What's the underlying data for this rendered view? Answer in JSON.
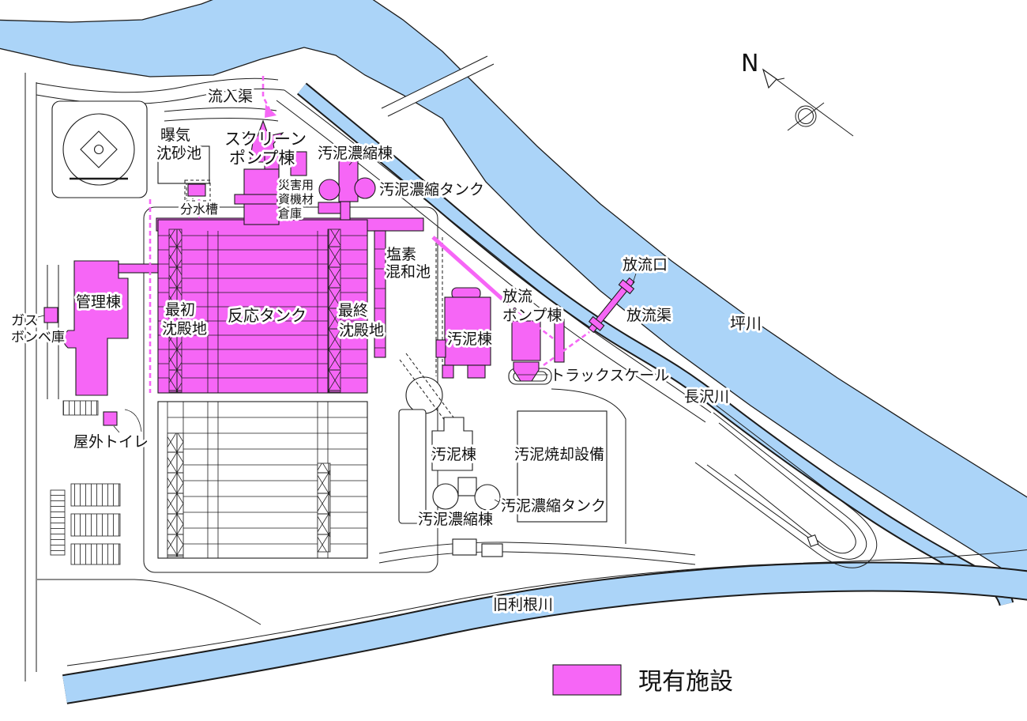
{
  "colors": {
    "facility": "#f666f6",
    "river": "#abd4f8",
    "outline": "#1c1c1c"
  },
  "labels": {
    "inflow": "流入渠",
    "aeration1": "曝気",
    "aeration2": "沈砂池",
    "screen1": "スクリーン",
    "screen2": "ポンプ棟",
    "thick_bldg_n": "汚泥濃縮棟",
    "thick_tank_n": "汚泥濃縮タンク",
    "disaster1": "災害用",
    "disaster2": "資機材",
    "disaster3": "倉庫",
    "diversion": "分水槽",
    "gas1": "ガス",
    "gas2": "ボンベ庫",
    "admin": "管理棟",
    "primary1": "最初",
    "primary2": "沈殿地",
    "reaction": "反応タンク",
    "final1": "最終",
    "final2": "沈殿地",
    "chlorine1": "塩素",
    "chlorine2": "混和池",
    "sludge_existing": "汚泥棟",
    "pump1": "放流",
    "pump2": "ポンプ棟",
    "outfall": "放流口",
    "discharge_channel": "放流渠",
    "truck_scale": "トラックスケール",
    "toilet": "屋外トイレ",
    "sludge_planned": "汚泥棟",
    "incineration": "汚泥焼却設備",
    "thick_tank_s": "汚泥濃縮タンク",
    "thick_bldg_s": "汚泥濃縮棟"
  },
  "rivers": {
    "tsubo": "坪川",
    "nagasawa": "長沢川",
    "kyu_tone": "旧利根川"
  },
  "compass": {
    "north": "N"
  },
  "legend": {
    "existing": "現有施設"
  }
}
